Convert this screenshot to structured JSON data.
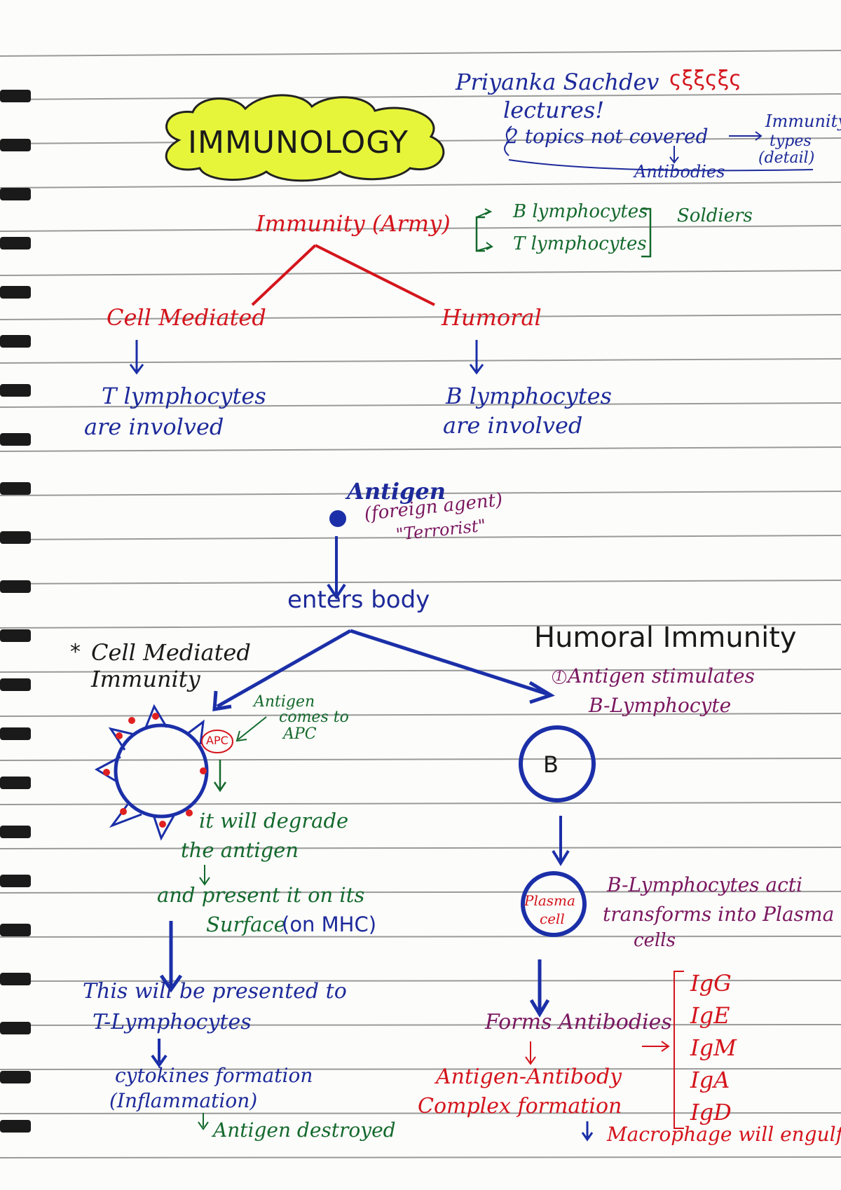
{
  "header": {
    "title": "IMMUNOLOGY",
    "author_line": "Priyanka Sachdev",
    "author_line2": "lectures!",
    "squiggles": "ςξξςξς",
    "topics_not_covered": "2 topics not covered",
    "topic_immunity": "Immunity",
    "topic_types": "types",
    "topic_detail": "(detail)",
    "topic_antibodies": "Antibodies"
  },
  "immunity": {
    "label": "Immunity (Army)",
    "b_lymph": "B lymphocytes",
    "t_lymph": "T lymphocytes",
    "soldiers": "Soldiers",
    "cell_mediated": "Cell Mediated",
    "humoral": "Humoral",
    "cm_line1": "T lymphocytes",
    "cm_line2": "are involved",
    "hu_line1": "B lymphocytes",
    "hu_line2": "are involved"
  },
  "antigen": {
    "label": "Antigen",
    "desc": "(foreign agent)",
    "nick": "\"Terrorist\"",
    "enters": "enters body"
  },
  "cell_mediated": {
    "heading_line1": "Cell Mediated",
    "heading_line2": "Immunity",
    "star": "*",
    "antigen_note1": "Antigen",
    "antigen_note2": "comes to",
    "antigen_note3": "APC",
    "apc": "APC",
    "step1": "it will degrade",
    "step2": "the antigen",
    "step3": "and present it on its",
    "step4_a": "Surface",
    "step4_b": "(on MHC)",
    "present1": "This will be presented to",
    "present2": "T-Lymphocytes",
    "cytokines1": "cytokines formation",
    "cytokines2": "(Inflammation)",
    "destroyed": "Antigen destroyed"
  },
  "humoral": {
    "heading": "Humoral Immunity",
    "step1_a": "Antigen stimulates",
    "step1_num": "1",
    "step1_b": "B-Lymphocyte",
    "b_cell": "B",
    "plasma1": "Plasma",
    "plasma2": "cell",
    "transform1": "B-Lymphocytes acti",
    "transform2": "transforms into Plasma",
    "transform3": "cells",
    "forms": "Forms Antibodies",
    "complex1": "Antigen-Antibody",
    "complex2": "Complex formation",
    "macrophage": "Macrophage will engulf it"
  },
  "antibodies": [
    "IgG",
    "IgE",
    "IgM",
    "IgA",
    "IgD"
  ],
  "colors": {
    "red": "#d4141c",
    "blue": "#1b2fa8",
    "green": "#14692d",
    "purple": "#7a1760",
    "highlight": "#e6f53a"
  }
}
